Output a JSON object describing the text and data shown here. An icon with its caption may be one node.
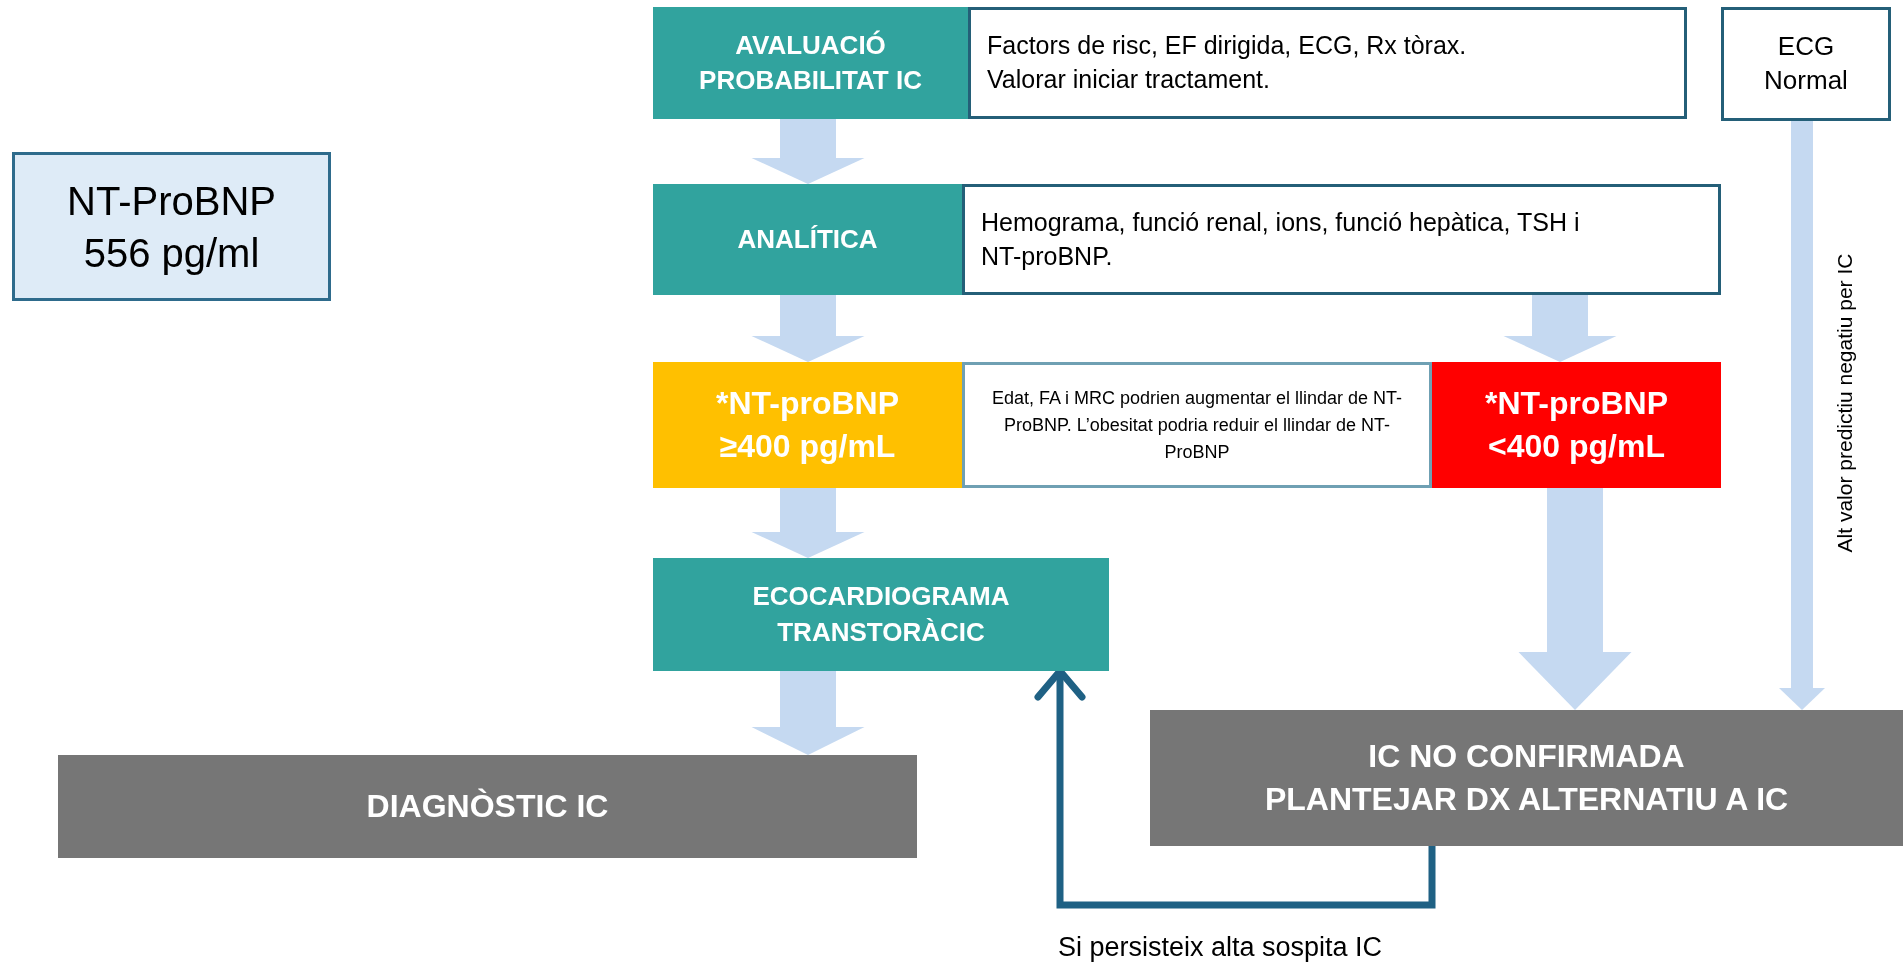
{
  "diagram": {
    "nodes": [
      {
        "text": [
          "NT-ProBNP 556 pg/ml"
        ]
      },
      {
        "text": [
          "AVALUACIÓ PROBABILITAT IC"
        ]
      },
      {
        "text": [
          "Factors de risc, EF dirigida, ECG, Rx tòrax.",
          "Valorar iniciar tractament."
        ]
      },
      {
        "text": [
          "ECG Normal"
        ]
      },
      {
        "text": [
          "ANALÍTICA"
        ]
      },
      {
        "text": [
          "Hemograma, funció renal, ions, funció hepàtica, TSH i NT-proBNP."
        ]
      },
      {
        "text": [
          "*NT-proBNP ≥400 pg/mL"
        ]
      },
      {
        "text": [
          "Edat, FA i MRC podrien augmentar el llindar de NT-ProBNP. L’obesitat podria reduir el llindar de NT-ProBNP"
        ]
      },
      {
        "text": [
          "*NT-proBNP <400 pg/mL"
        ]
      },
      {
        "text": [
          "ECOCARDIOGRAMA TRANSTORÀCIC"
        ]
      },
      {
        "text": [
          "DIAGNÒSTIC IC"
        ]
      },
      {
        "text": [
          "IC NO CONFIRMADA",
          "PLANTEJAR DX ALTERNATIU A IC"
        ]
      }
    ],
    "edges": [
      {
        "from": 1,
        "to": 4,
        "arrow": "to"
      },
      {
        "from": 4,
        "to": 6,
        "arrow": "to"
      },
      {
        "from": 5,
        "to": 8,
        "arrow": "to"
      },
      {
        "from": 6,
        "to": 9,
        "arrow": "to"
      },
      {
        "from": 9,
        "to": 10,
        "arrow": "to"
      },
      {
        "from": 8,
        "to": 11,
        "arrow": "to"
      },
      {
        "from": 3,
        "to": 11,
        "arrow": "to",
        "label": "Alt valor predictiu negatiu per IC"
      },
      {
        "from": 11,
        "to": 9,
        "arrow": "to",
        "label": "Si persisteix alta sospita IC",
        "color": "#1f6184"
      }
    ]
  }
}
